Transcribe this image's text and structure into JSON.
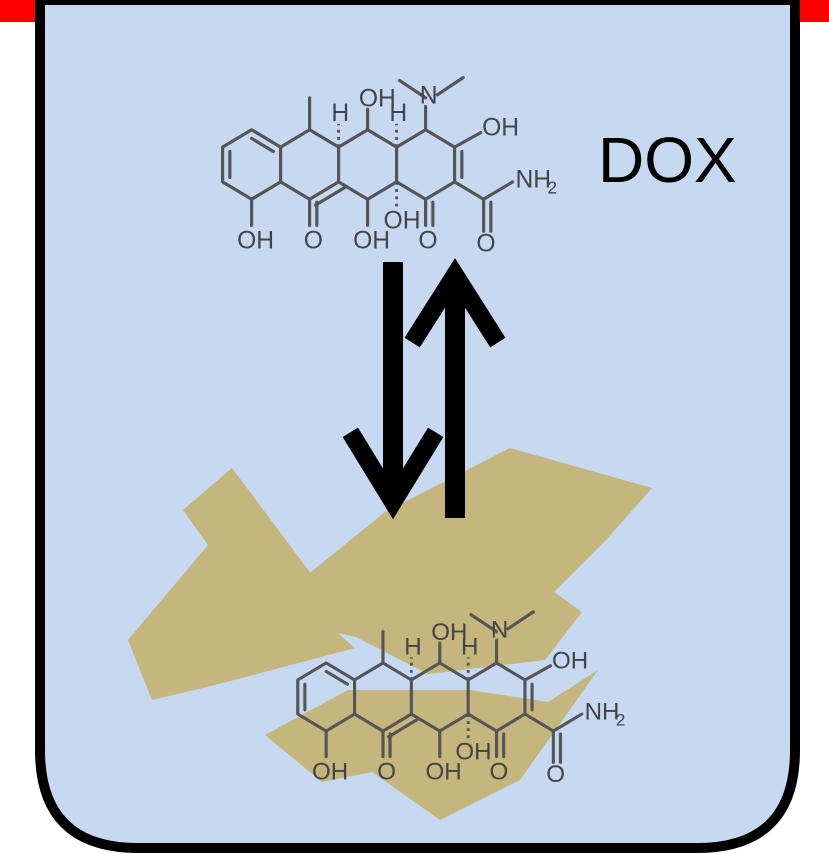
{
  "diagram": {
    "label": "DOX",
    "molecule_atoms": {
      "oh_top": "OH",
      "n": "N",
      "oh_right": "OH",
      "nh2": "NH",
      "nh2_sub": "2",
      "h_left": "H",
      "h_right": "H",
      "oh_bottom_1": "OH",
      "o_bottom_1": "O",
      "oh_bottom_2": "OH",
      "oh_bottom_3": "OH",
      "o_bottom_2": "O",
      "o_bottom_3": "O"
    },
    "arrows": [
      "forward-down",
      "reverse-up"
    ],
    "colors": {
      "frame_top": "#ff0000",
      "container_fill": "#c6d9f1",
      "container_stroke": "#000000",
      "carrier_fill": "#c4b67c",
      "arrow": "#000000"
    }
  }
}
